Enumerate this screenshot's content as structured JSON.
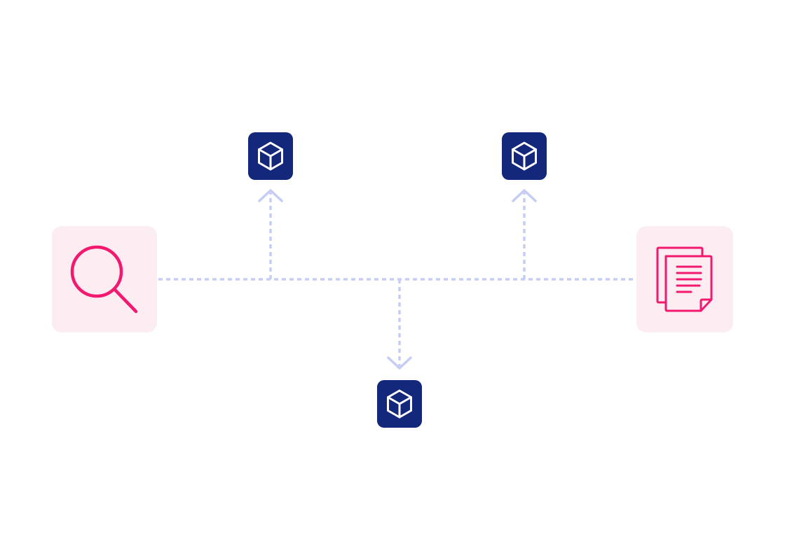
{
  "colors": {
    "background": "#ffffff",
    "connector": "#c6cdf5",
    "source_tile": "#fcedf3",
    "source_icon": "#f2196e",
    "block_tile": "#13287a",
    "block_icon": "#ffffff"
  },
  "nodes": {
    "source": {
      "icon": "magnifying-glass-icon"
    },
    "target": {
      "icon": "documents-icon"
    },
    "blocks": [
      {
        "icon": "cube-icon",
        "direction": "up"
      },
      {
        "icon": "cube-icon",
        "direction": "up"
      },
      {
        "icon": "cube-icon",
        "direction": "down"
      }
    ]
  }
}
